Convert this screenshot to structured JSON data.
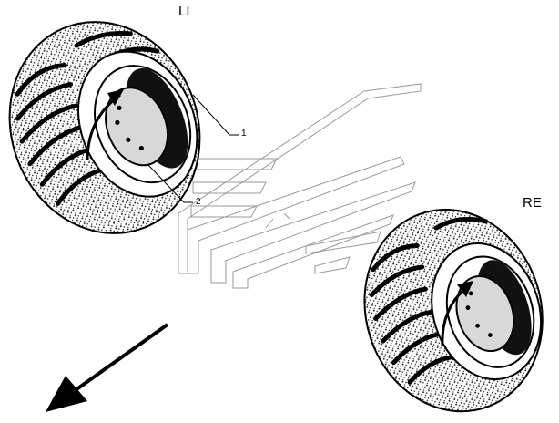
{
  "labels": {
    "left_wheel": "LI",
    "right_wheel": "RE",
    "callout_1": "1",
    "callout_2": "2"
  },
  "colors": {
    "ink": "#000000",
    "paper": "#ffffff",
    "tread_fill": "#e8e8e8",
    "hub_shade": "#d8d8d8",
    "logo_stroke": "#9a9a9a"
  }
}
